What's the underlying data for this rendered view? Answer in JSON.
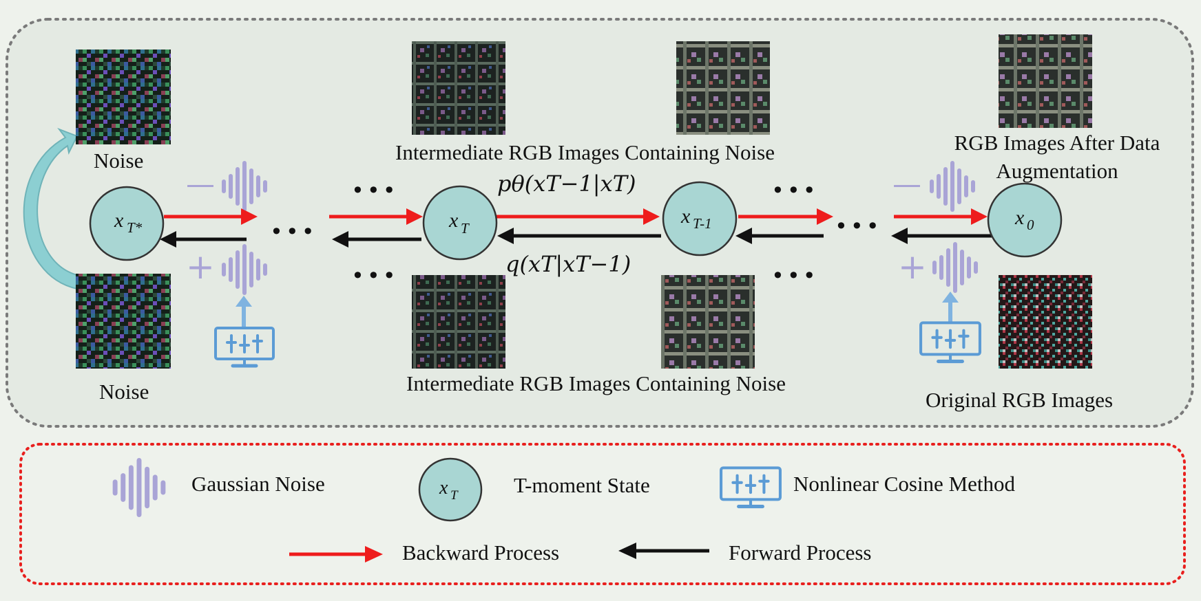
{
  "captions": {
    "noise_top": "Noise",
    "noise_bottom": "Noise",
    "intermediate_top": "Intermediate RGB Images Containing Noise",
    "intermediate_bottom": "Intermediate RGB Images Containing Noise",
    "augmented_line1": "RGB Images After Data",
    "augmented_line2": "Augmentation",
    "original": "Original RGB Images"
  },
  "states": {
    "xT_star": "x",
    "xT_star_sub": "T*",
    "xT": "x",
    "xT_sub": "T",
    "xT_minus_1": "x",
    "xT_minus_1_sub": "T-1",
    "x0": "x",
    "x0_sub": "0"
  },
  "formulas": {
    "reverse": "pθ(xT−1|xT)",
    "forward": "q(xT|xT−1)"
  },
  "symbols": {
    "ellipsis": "•••",
    "minus": "—",
    "plus": "+"
  },
  "legend": {
    "gaussian_noise": "Gaussian Noise",
    "t_moment_state": "T-moment State",
    "t_moment_symbol": "x",
    "t_moment_sub": "T",
    "nonlinear_cosine": "Nonlinear Cosine Method",
    "backward": "Backward Process",
    "forward": "Forward Process"
  },
  "colors": {
    "node_fill": "#a9d6d3",
    "backward_arrow": "#ee1c1c",
    "forward_arrow": "#111111",
    "noise_wave": "#a9a4d6",
    "monitor": "#5b9bd5",
    "curved_arrow": "#8ccfd2",
    "outer_border": "#7a7a7a",
    "legend_border": "#e8201e"
  },
  "icons": [
    "gaussian-noise-icon",
    "nonlinear-cosine-method-icon",
    "noise-image",
    "curved-arrow-icon"
  ]
}
